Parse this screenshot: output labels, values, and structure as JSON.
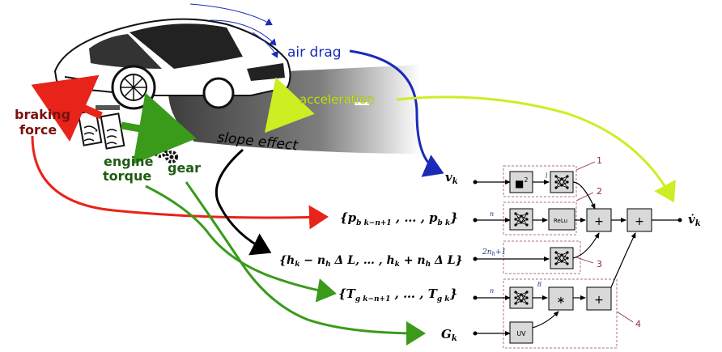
{
  "car_labels": {
    "air_drag": "air drag",
    "acceleration": "acceleration",
    "braking_force_line1": "braking",
    "braking_force_line2": "force",
    "slope_effect": "slope effect",
    "engine_torque_line1": "engine",
    "engine_torque_line2": "torque",
    "gear": "gear"
  },
  "inputs": {
    "v": "v",
    "v_sub": "k",
    "pb": "{p",
    "pb_sub1": "b k−n+1",
    "pb_mid": " , … , p",
    "pb_sub2": "b k",
    "pb_end": "}",
    "h": "{h",
    "h_sub1": "k",
    "h_mid": " − n",
    "h_sub2": "h",
    "h_mid2": " Δ L, … , h",
    "h_sub3": "k",
    "h_mid3": " + n",
    "h_sub4": "h",
    "h_end": " Δ L}",
    "tg": "{T",
    "tg_sub1": "g k−n+1",
    "tg_mid": " , … , T",
    "tg_sub2": "g k",
    "tg_end": "}",
    "g": "G",
    "g_sub": "k"
  },
  "output": {
    "v": "v̇",
    "v_sub": "k"
  },
  "network": {
    "square_block": "■",
    "square_exp": "2",
    "relu_block": "ReLu",
    "plus": "+",
    "times": "∗",
    "uv_block": "UV"
  },
  "wire_labels": {
    "n_pb": "n",
    "n_h": "2n",
    "n_h_sub": "h",
    "n_h_end": "+1",
    "n_tg": "n",
    "l1": "l",
    "l2": "l",
    "l3": "l",
    "eight": "8"
  },
  "group_numbers": {
    "g1": "1",
    "g2": "2",
    "g3": "3",
    "g4": "4"
  },
  "colors": {
    "air_drag": "#1a2bb8",
    "acceleration": "#ccee22",
    "braking": "#e8231a",
    "braking_text": "#7a1010",
    "engine": "#3a9a1a",
    "engine_text": "#1e5c12",
    "slope": "#000000",
    "group_marker": "#8a2a3a"
  }
}
